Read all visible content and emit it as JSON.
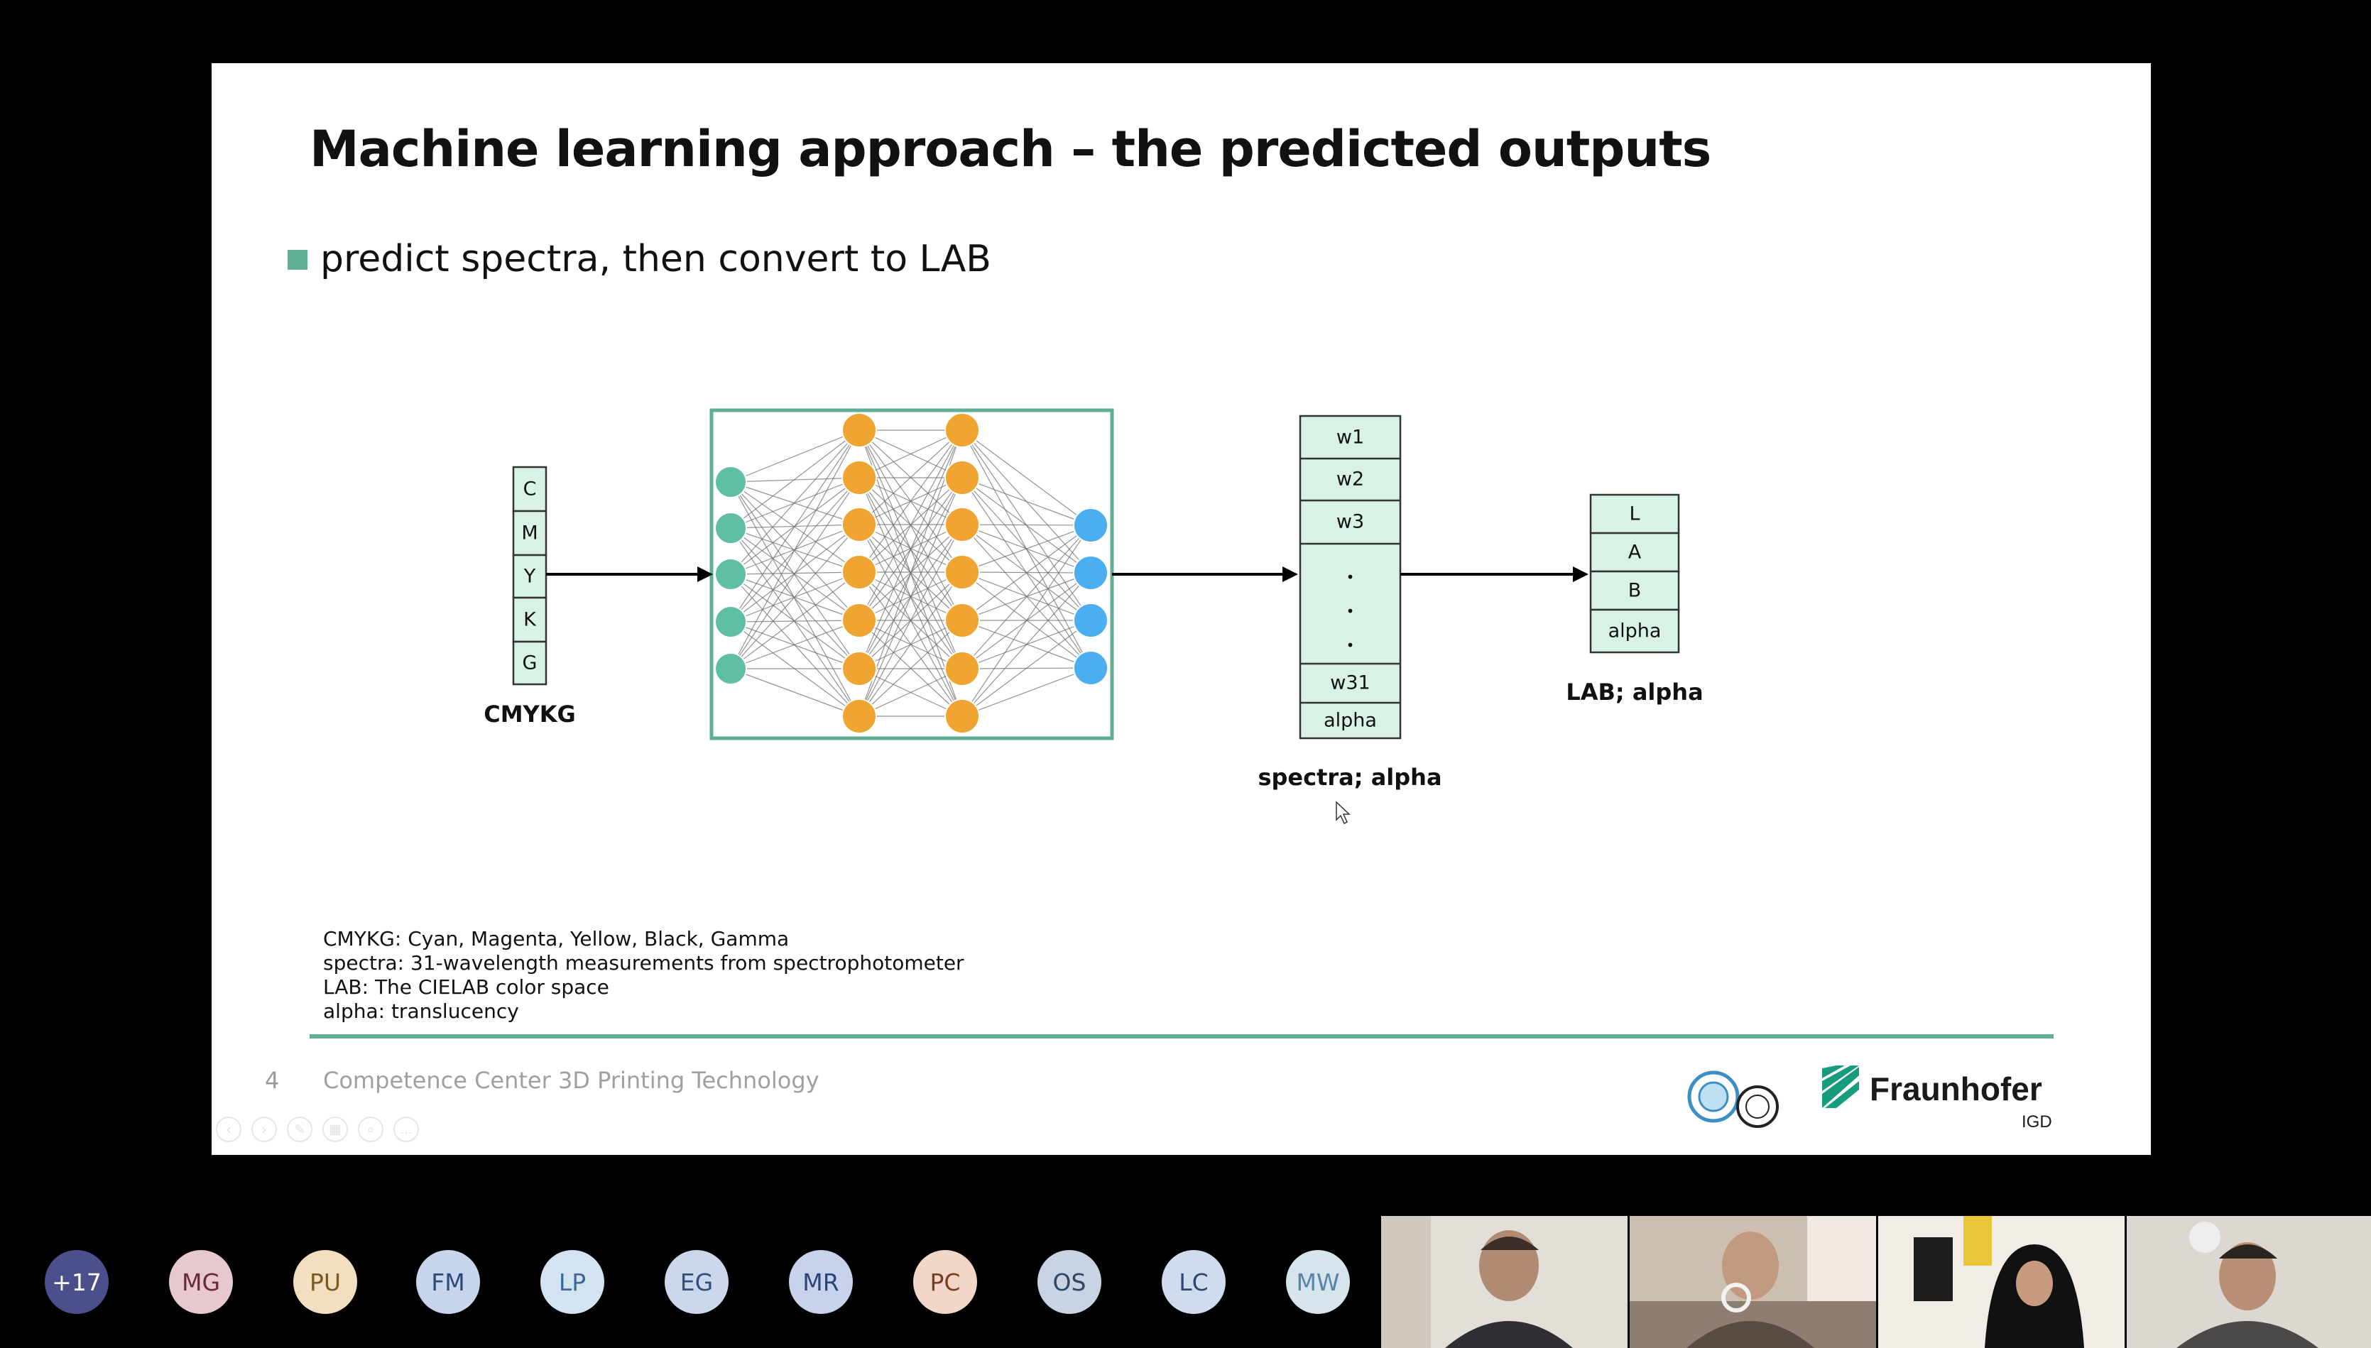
{
  "slide": {
    "title": "Machine learning approach – the predicted outputs",
    "bullet": "predict spectra, then convert to LAB",
    "input_boxes": [
      "C",
      "M",
      "Y",
      "K",
      "G"
    ],
    "input_label": "CMYKG",
    "output_boxes": [
      "w1",
      "w2",
      "w3",
      "•",
      "•",
      "•",
      "w31",
      "alpha"
    ],
    "output_label": "spectra; alpha",
    "lab_boxes": [
      "L",
      "A",
      "B",
      "alpha"
    ],
    "lab_label": "LAB; alpha",
    "network_layers": [
      5,
      7,
      7,
      4
    ],
    "notes": [
      "CMYKG: Cyan, Magenta, Yellow, Black, Gamma",
      "spectra: 31-wavelength measurements from spectrophotometer",
      "LAB: The CIELAB color space",
      "alpha: translucency"
    ],
    "slide_number": "4",
    "footer": "Competence Center 3D Printing Technology",
    "logo_name": "Fraunhofer",
    "logo_sub": "IGD",
    "colors": {
      "accent": "#5fae96",
      "box_fill": "#d8f2e6",
      "input_node": "#5fbfa5",
      "hidden_node": "#f0a431",
      "output_node": "#4aaef0"
    }
  },
  "participants": {
    "more_count": "+17",
    "avatars": [
      {
        "initials": "MG",
        "bg": "#e7c8cf",
        "fg": "#6a2a3c"
      },
      {
        "initials": "PU",
        "bg": "#f3dfbf",
        "fg": "#7a5a20"
      },
      {
        "initials": "FM",
        "bg": "#c7d6ec",
        "fg": "#2d4a78"
      },
      {
        "initials": "LP",
        "bg": "#d3e3f2",
        "fg": "#3c6a96"
      },
      {
        "initials": "EG",
        "bg": "#cbd7ea",
        "fg": "#33507c"
      },
      {
        "initials": "MR",
        "bg": "#c7d3ec",
        "fg": "#2d4478"
      },
      {
        "initials": "PC",
        "bg": "#f2d6c8",
        "fg": "#7a3e22"
      },
      {
        "initials": "OS",
        "bg": "#c8d4e4",
        "fg": "#2f4662"
      },
      {
        "initials": "LC",
        "bg": "#cfdced",
        "fg": "#2c4870"
      },
      {
        "initials": "MW",
        "bg": "#d6e4ee",
        "fg": "#5a84a8"
      }
    ],
    "more_bg": "#4b4f8c",
    "video_tiles": 4
  }
}
